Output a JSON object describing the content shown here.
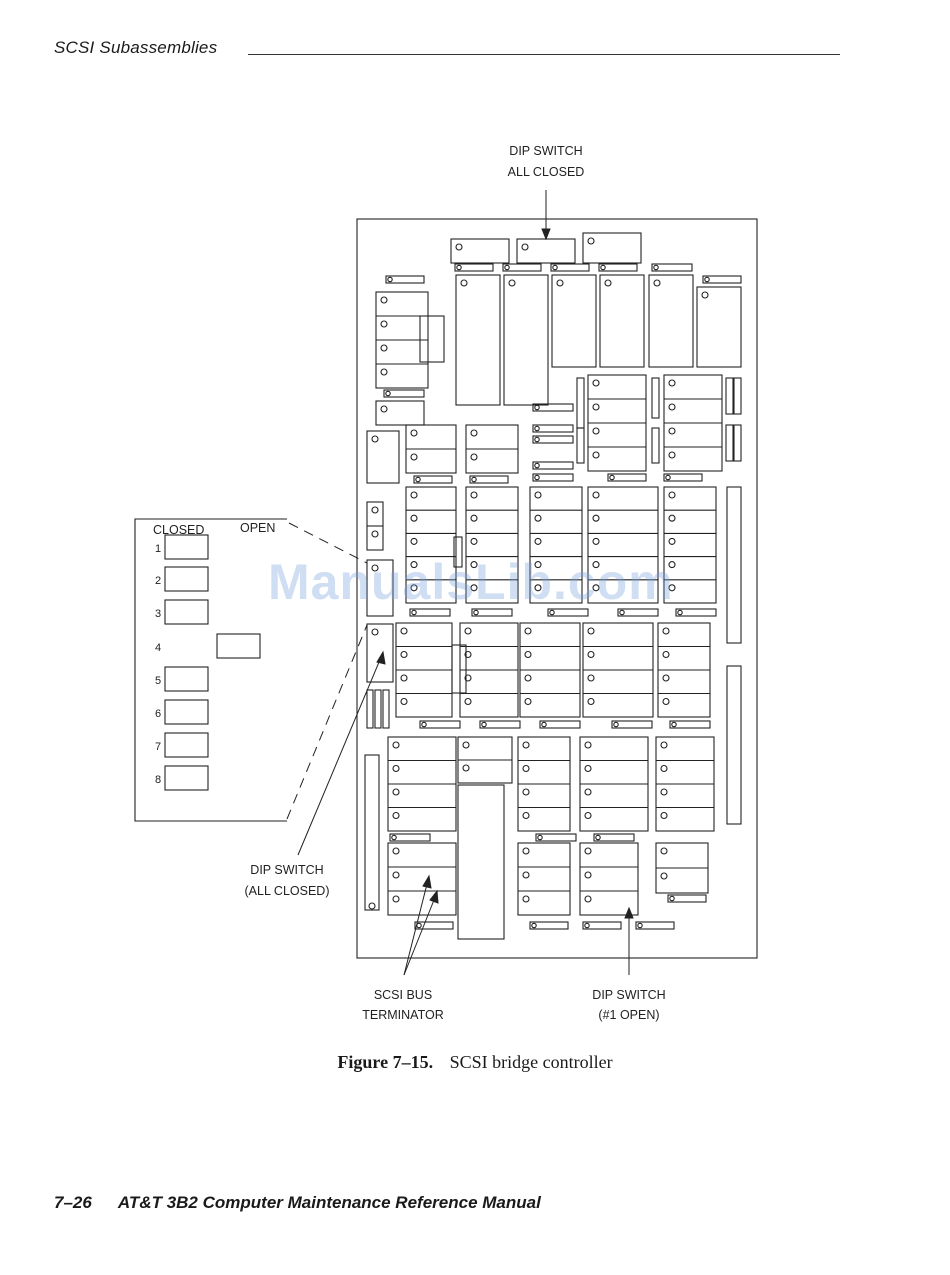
{
  "header": {
    "title": "SCSI Subassemblies"
  },
  "figure": {
    "labels": {
      "top_dip": [
        "DIP SWITCH",
        "ALL CLOSED"
      ],
      "inset_closed": "CLOSED",
      "inset_open": "OPEN",
      "left_dip": [
        "DIP SWITCH",
        "(ALL CLOSED)"
      ],
      "terminator": [
        "SCSI BUS",
        "TERMINATOR"
      ],
      "right_dip": [
        "DIP SWITCH",
        "(#1 OPEN)"
      ]
    },
    "switch_positions": [
      {
        "n": "1",
        "state": "closed"
      },
      {
        "n": "2",
        "state": "closed"
      },
      {
        "n": "3",
        "state": "closed"
      },
      {
        "n": "4",
        "state": "open"
      },
      {
        "n": "5",
        "state": "closed"
      },
      {
        "n": "6",
        "state": "closed"
      },
      {
        "n": "7",
        "state": "closed"
      },
      {
        "n": "8",
        "state": "closed"
      }
    ]
  },
  "caption": {
    "number": "Figure 7–15.",
    "text": "SCSI bridge controller"
  },
  "footer": {
    "page": "7–26",
    "title": "AT&T 3B2 Computer Maintenance Reference Manual"
  },
  "watermark": "ManualsLib.com"
}
